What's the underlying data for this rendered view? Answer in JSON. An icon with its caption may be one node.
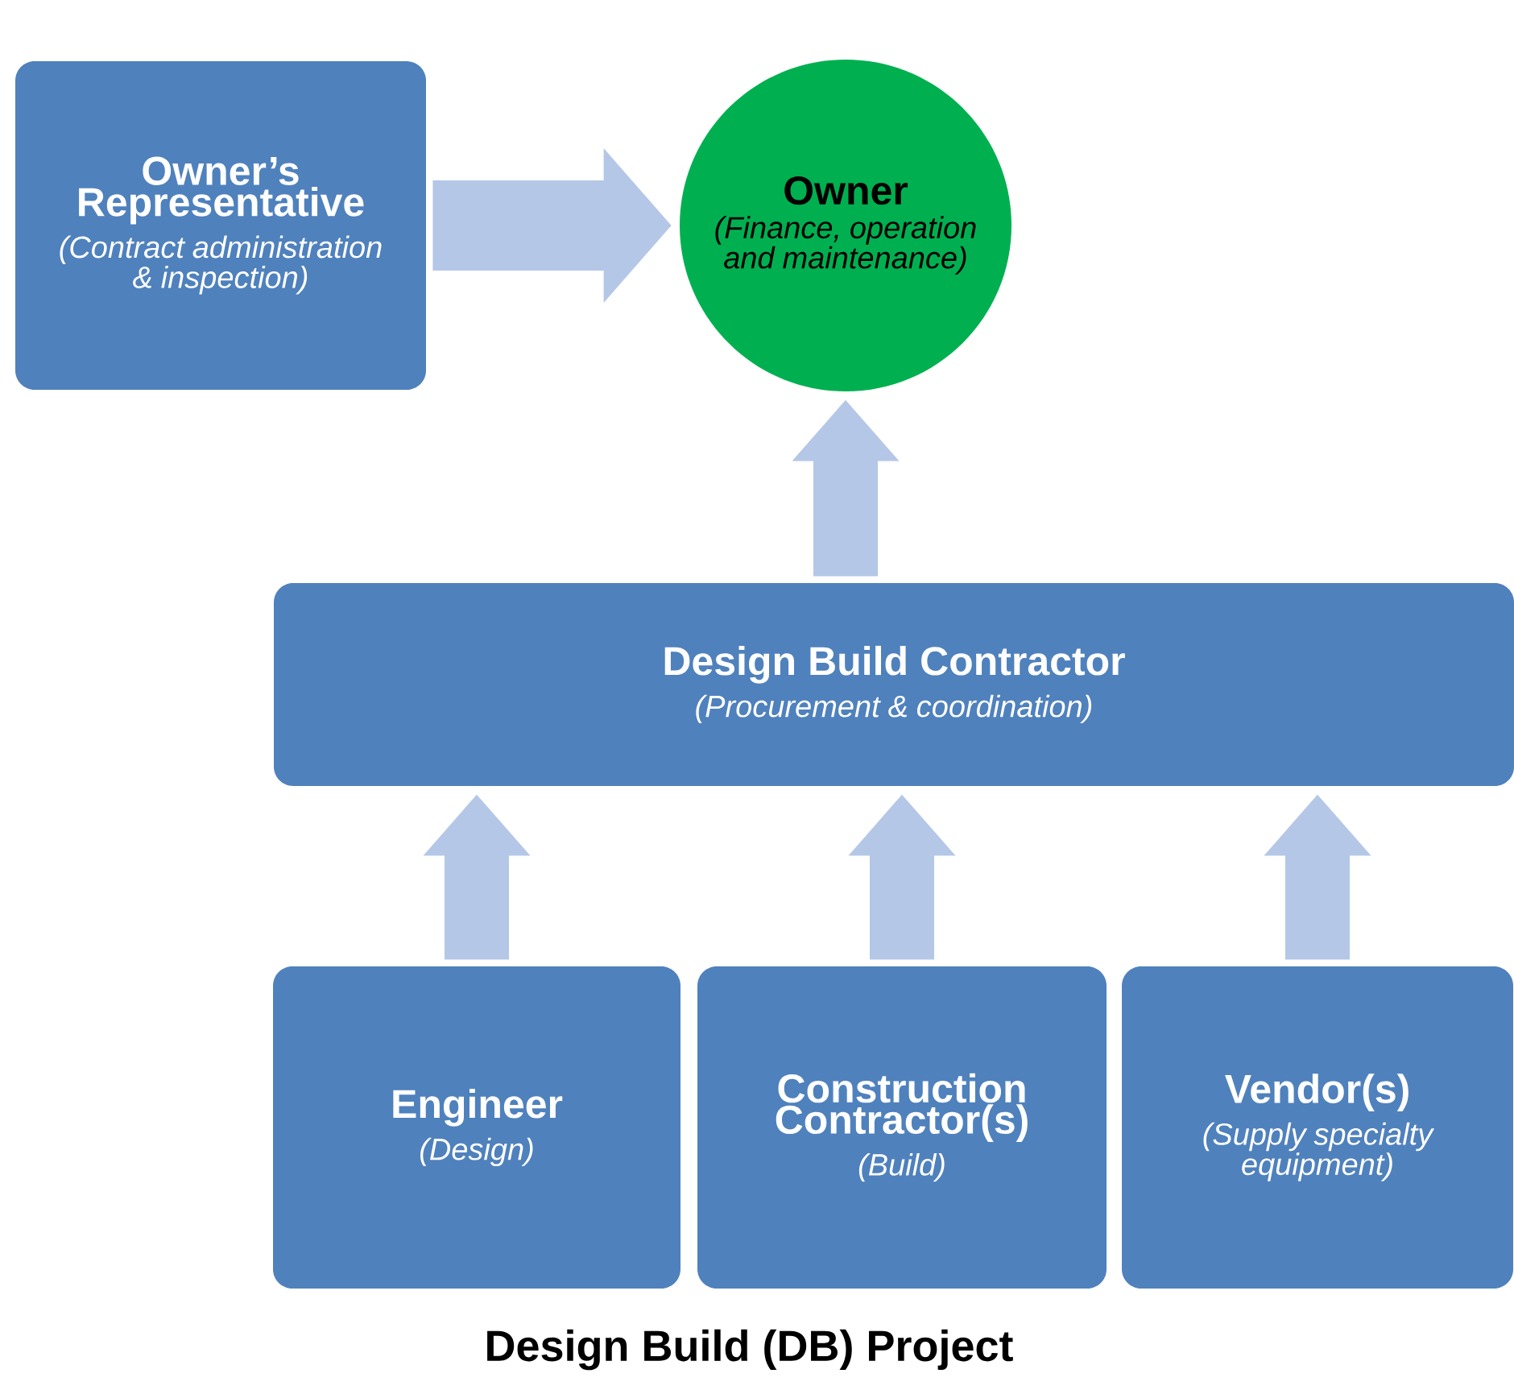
{
  "diagram": {
    "caption": "Design Build (DB) Project",
    "nodes": [
      {
        "text": [
          "Owner’s Representative",
          "(Contract administration & inspection)"
        ]
      },
      {
        "text": [
          "Owner",
          "(Finance, operation and maintenance)"
        ]
      },
      {
        "text": [
          "Design Build Contractor",
          "(Procurement & coordination)"
        ]
      },
      {
        "text": [
          "Engineer",
          "(Design)"
        ]
      },
      {
        "text": [
          "Construction Contractor(s)",
          "(Build)"
        ]
      },
      {
        "text": [
          "Vendor(s)",
          "(Supply specialty equipment)"
        ]
      }
    ],
    "edges": [
      {
        "from": 0,
        "to": 1,
        "arrow": "to"
      },
      {
        "from": 2,
        "to": 1,
        "arrow": "to"
      },
      {
        "from": 3,
        "to": 2,
        "arrow": "to"
      },
      {
        "from": 4,
        "to": 2,
        "arrow": "to"
      },
      {
        "from": 5,
        "to": 2,
        "arrow": "to"
      }
    ]
  }
}
